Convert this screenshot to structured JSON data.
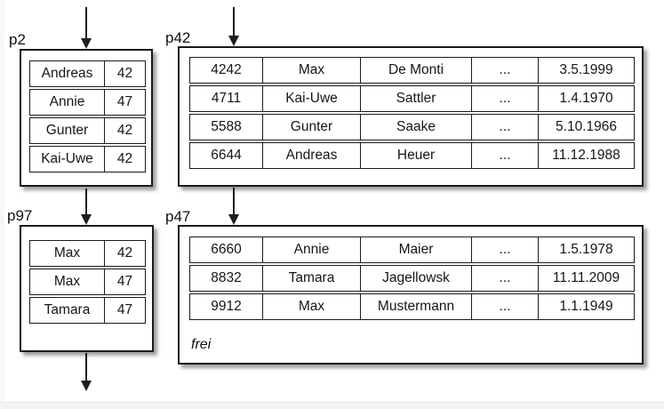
{
  "colors": {
    "ink": "#1a1a1a",
    "background": "#ffffff"
  },
  "pages": {
    "p2": {
      "label": "p2",
      "type": "index-page",
      "rows": [
        [
          "Andreas",
          "42"
        ],
        [
          "Annie",
          "47"
        ],
        [
          "Gunter",
          "42"
        ],
        [
          "Kai-Uwe",
          "42"
        ]
      ]
    },
    "p42": {
      "label": "p42",
      "type": "record-page",
      "rows": [
        [
          "4242",
          "Max",
          "De Monti",
          "...",
          "3.5.1999"
        ],
        [
          "4711",
          "Kai-Uwe",
          "Sattler",
          "...",
          "1.4.1970"
        ],
        [
          "5588",
          "Gunter",
          "Saake",
          "...",
          "5.10.1966"
        ],
        [
          "6644",
          "Andreas",
          "Heuer",
          "...",
          "11.12.1988"
        ]
      ]
    },
    "p97": {
      "label": "p97",
      "type": "index-page",
      "rows": [
        [
          "Max",
          "42"
        ],
        [
          "Max",
          "47"
        ],
        [
          "Tamara",
          "47"
        ]
      ]
    },
    "p47": {
      "label": "p47",
      "type": "record-page",
      "rows": [
        [
          "6660",
          "Annie",
          "Maier",
          "...",
          "1.5.1978"
        ],
        [
          "8832",
          "Tamara",
          "Jagellowsk",
          "...",
          "11.11.2009"
        ],
        [
          "9912",
          "Max",
          "Mustermann",
          "...",
          "1.1.1949"
        ]
      ],
      "free_label": "frei"
    }
  },
  "connectors": [
    {
      "name": "arrow-into-p2",
      "to": "p2"
    },
    {
      "name": "arrow-into-p42",
      "to": "p42"
    },
    {
      "name": "arrow-p2-to-p97",
      "from": "p2",
      "to": "p97"
    },
    {
      "name": "arrow-p42-to-p47",
      "from": "p42",
      "to": "p47"
    },
    {
      "name": "arrow-out-of-p97",
      "from": "p97"
    }
  ]
}
